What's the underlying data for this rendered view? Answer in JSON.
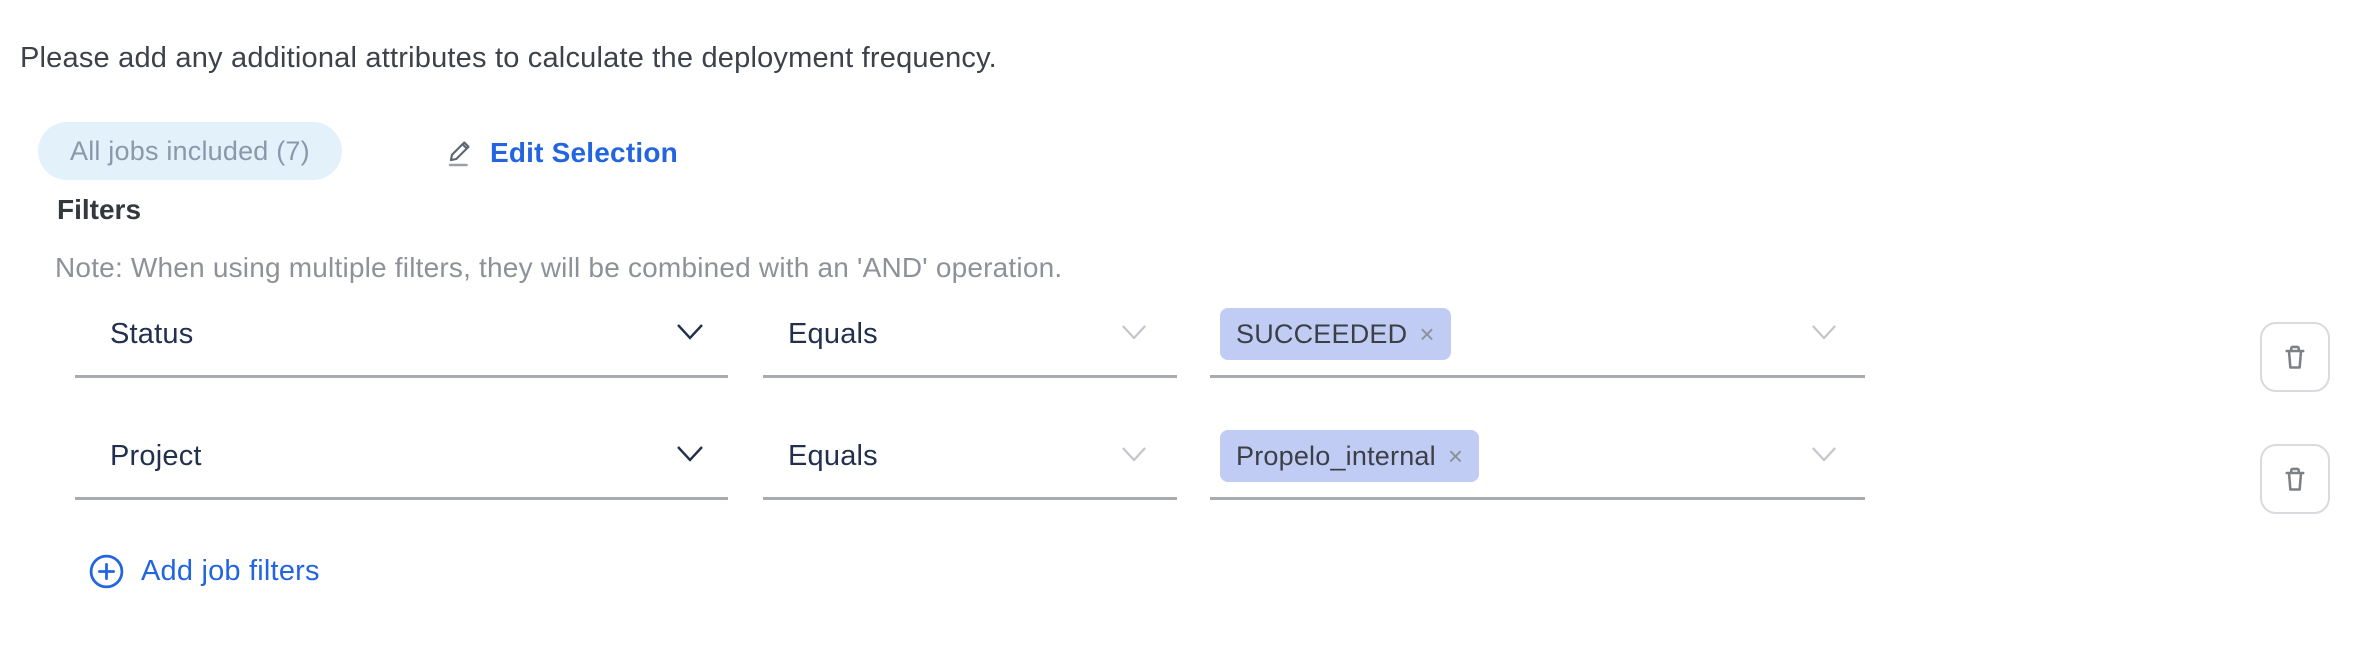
{
  "header": {
    "instruction": "Please add any additional attributes to calculate the deployment frequency."
  },
  "jobs_summary": {
    "badge_label": "All jobs included (7)",
    "edit_link_label": "Edit Selection"
  },
  "filters": {
    "title": "Filters",
    "note": "Note: When using multiple filters, they will be combined with an 'AND' operation.",
    "rows": [
      {
        "attribute": "Status",
        "operator": "Equals",
        "value_tags": [
          "SUCCEEDED"
        ]
      },
      {
        "attribute": "Project",
        "operator": "Equals",
        "value_tags": [
          "Propelo_internal"
        ]
      }
    ],
    "add_link_label": "Add job filters"
  },
  "glyphs": {
    "tag_remove": "×"
  },
  "icons": [
    "edit-pencil-icon",
    "chevron-down-icon",
    "remove-tag-icon",
    "trash-icon",
    "plus-circle-icon"
  ],
  "colors": {
    "link_blue": "#2365e0",
    "badge_bg": "#e3f1fb",
    "badge_text": "#8b97ab",
    "tag_bg": "#c1ccf4",
    "tag_text": "#3c3f46",
    "field_text_navy": "#22304e",
    "underline_gray": "#a8abb0",
    "note_gray": "#8e9298",
    "heading_gray": "#3d424a"
  }
}
